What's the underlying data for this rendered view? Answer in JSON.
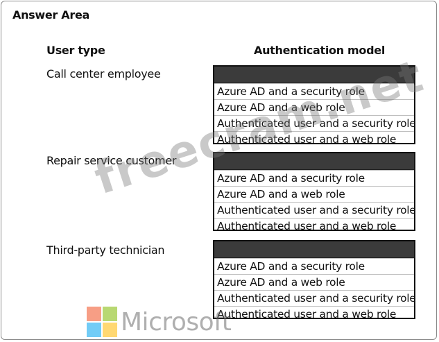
{
  "title": "Answer Area",
  "headers": {
    "user_type": "User type",
    "auth_model": "Authentication model"
  },
  "rows": [
    {
      "user": "Call center employee",
      "options": [
        "Azure AD and a security role",
        "Azure AD and a web role",
        "Authenticated user and a security role",
        "Authenticated user and a web role"
      ]
    },
    {
      "user": "Repair service customer",
      "options": [
        "Azure AD and a security role",
        "Azure AD and a web role",
        "Authenticated user and a security role",
        "Authenticated user and a web role"
      ]
    },
    {
      "user": "Third-party technician",
      "options": [
        "Azure AD and a security role",
        "Azure AD and a web role",
        "Authenticated user and a security role",
        "Authenticated user and a web role"
      ]
    }
  ],
  "watermark": "freecram.net",
  "logo": {
    "word": "Microsoft",
    "colors": [
      "#f25022",
      "#7fba00",
      "#00a4ef",
      "#ffb900"
    ]
  }
}
